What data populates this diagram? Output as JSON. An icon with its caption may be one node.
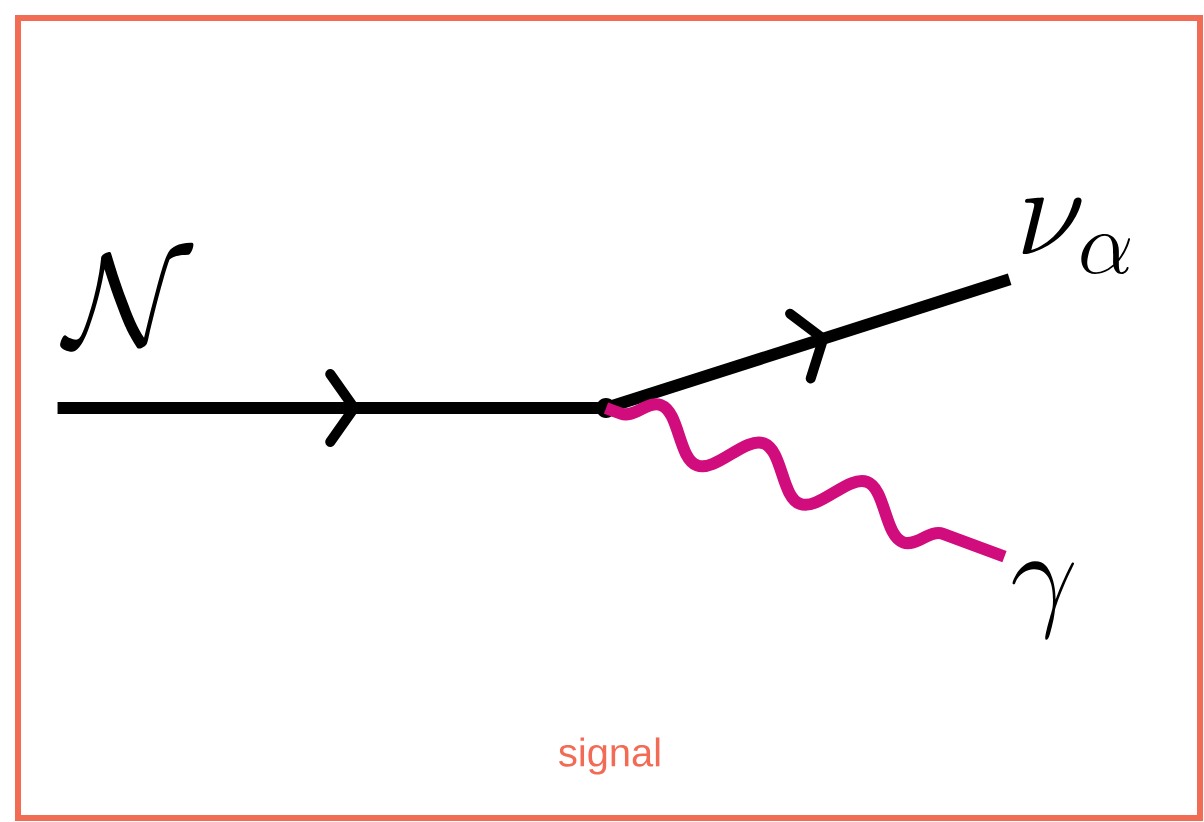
{
  "diagram": {
    "nodes": [
      {
        "text": [
          "signal"
        ]
      },
      {
        "text": [
          "\\mathcal{N}"
        ],
        "in": 0
      },
      {
        "text": [
          "\\nu_\\alpha"
        ],
        "in": 0
      },
      {
        "text": [
          "\\gamma"
        ],
        "in": 0
      },
      {
        "text": [],
        "shape": "point",
        "in": 0
      }
    ],
    "edges": [
      {
        "from": 1,
        "to": 4,
        "arrow": "to"
      },
      {
        "from": 4,
        "to": 2,
        "arrow": "to"
      },
      {
        "from": 4,
        "to": 3,
        "arrow": "none",
        "color": "#d10c7c"
      }
    ]
  }
}
